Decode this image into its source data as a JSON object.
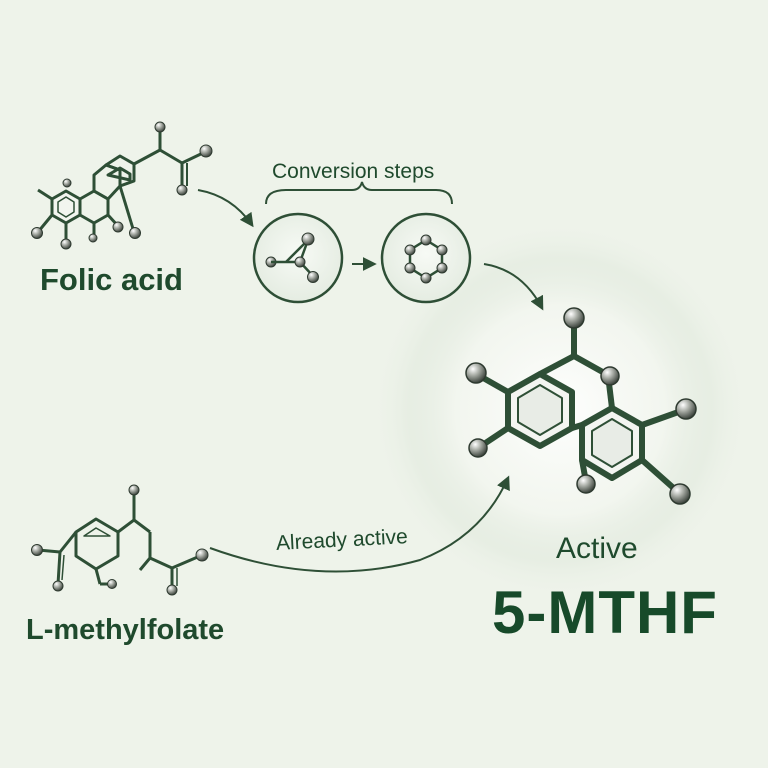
{
  "labels": {
    "folic_acid": "Folic acid",
    "l_methylfolate": "L-methylfolate",
    "conversion_steps": "Conversion steps",
    "already_active": "Already active",
    "active": "Active",
    "mthf": "5-MTHF"
  },
  "colors": {
    "background": "#eef3ea",
    "bond": "#2e4f36",
    "text": "#1f4a2d",
    "atom": "#7a7f78"
  },
  "icons": [
    "molecule-icon",
    "arrow-icon"
  ]
}
